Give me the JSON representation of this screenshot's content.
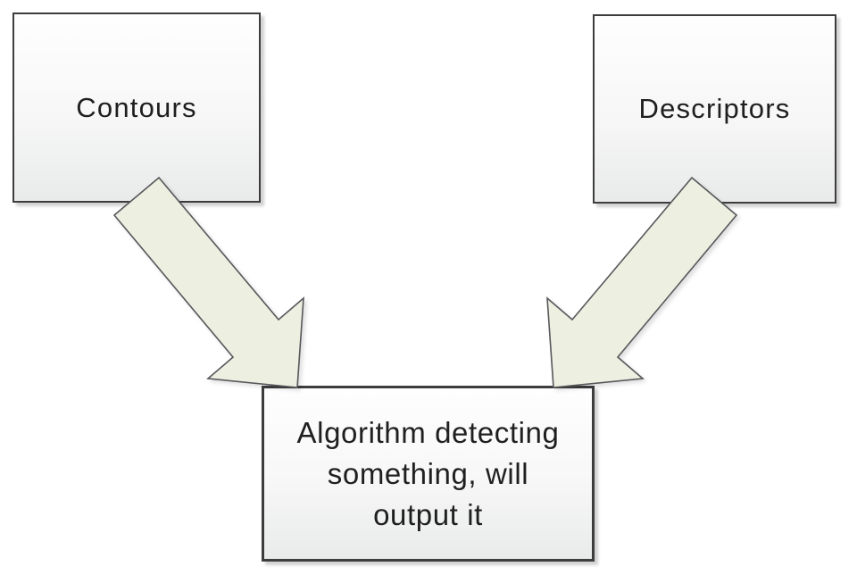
{
  "diagram": {
    "title": "contours-descriptors-algorithm-flow",
    "nodes": [
      {
        "id": "contours",
        "label": "Contours"
      },
      {
        "id": "descriptors",
        "label": "Descriptors"
      },
      {
        "id": "algorithm",
        "label": "Algorithm detecting something, will output it",
        "lines": [
          "Algorithm detecting",
          "something, will",
          "output it"
        ]
      }
    ],
    "connectors": [
      {
        "from": "contours",
        "to": "algorithm",
        "type": "block-arrow",
        "direction": "down-right"
      },
      {
        "from": "descriptors",
        "to": "algorithm",
        "type": "block-arrow",
        "direction": "down-left"
      }
    ],
    "colors": {
      "background": "#ffffff",
      "box_fill_top": "#fefefe",
      "box_fill_bottom": "#e9eaea",
      "box_border": "#3d3d3f",
      "arrow_fill": "#edefe1",
      "arrow_outline": "#57585b",
      "text": "#1f1f1f"
    }
  }
}
